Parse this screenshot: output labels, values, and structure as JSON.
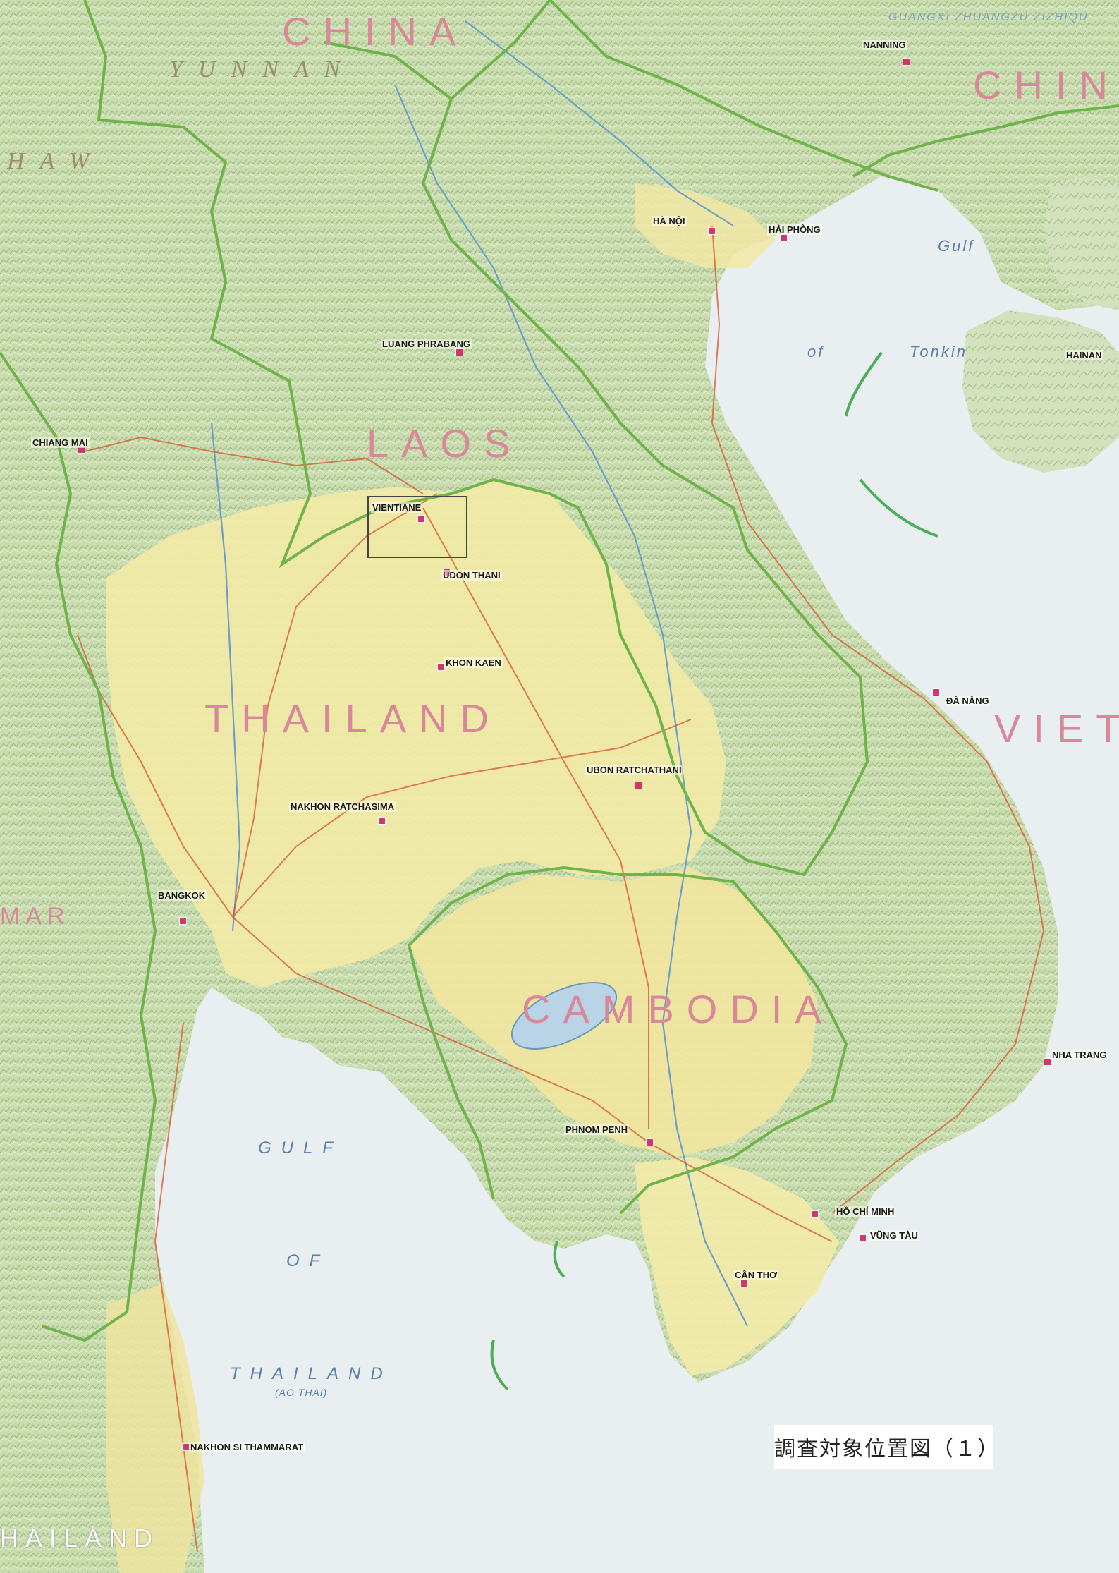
{
  "map": {
    "countries": {
      "china_top": "CHINA",
      "china_right": "CHIN",
      "laos": "LAOS",
      "thailand": "THAILAND",
      "cambodia": "CAMBODIA",
      "vietnam": "VIET",
      "myanmar": "MAR",
      "thailand_bottom": "HAILAND"
    },
    "regions": {
      "yunnan": "YUNNAN",
      "shan": "HAW",
      "guangxi": "GUANGXI ZHUANGZU ZIZHIQU",
      "hainan": "HAINAN"
    },
    "seas": {
      "gulf_tonkin_1": "Gulf",
      "gulf_tonkin_2": "of",
      "gulf_tonkin_3": "Tonkin",
      "gulf_thailand_1": "GULF",
      "gulf_thailand_2": "OF",
      "gulf_thailand_3": "THAILAND",
      "gulf_thailand_sub": "(AO THAI)"
    },
    "cities": {
      "nanning": "NANNING",
      "hanoi": "HÀ NỘI",
      "haiphong": "HẢI PHÒNG",
      "danang": "ĐÀ NẴNG",
      "bangkok": "BANGKOK",
      "phnom_penh": "PHNOM PENH",
      "ho_chi_minh": "HỒ CHÍ MINH",
      "chiang_mai": "CHIANG MAI",
      "vientiane": "VIENTIANE",
      "nakhon_ratchasima": "NAKHON RATCHASIMA",
      "ubon": "UBON RATCHATHANI",
      "can_tho": "CẦN THƠ",
      "vung_tau": "VŨNG TÀU",
      "nha_trang": "NHA TRANG",
      "luang_prabang": "LUANG PHRABANG",
      "nakhon_si_thammarat": "NAKHON SI THAMMARAT",
      "udon_thani": "UDON THANI",
      "khon_kaen": "KHON KAEN",
      "hainan_island": "HAINAN"
    },
    "colors": {
      "sea": "#e9eef1",
      "land_green": "#cfe0b4",
      "land_yellow": "#f3eaa6",
      "border": "#6fb34a",
      "road": "#d9542c"
    }
  },
  "caption": "調査対象位置図（１）"
}
